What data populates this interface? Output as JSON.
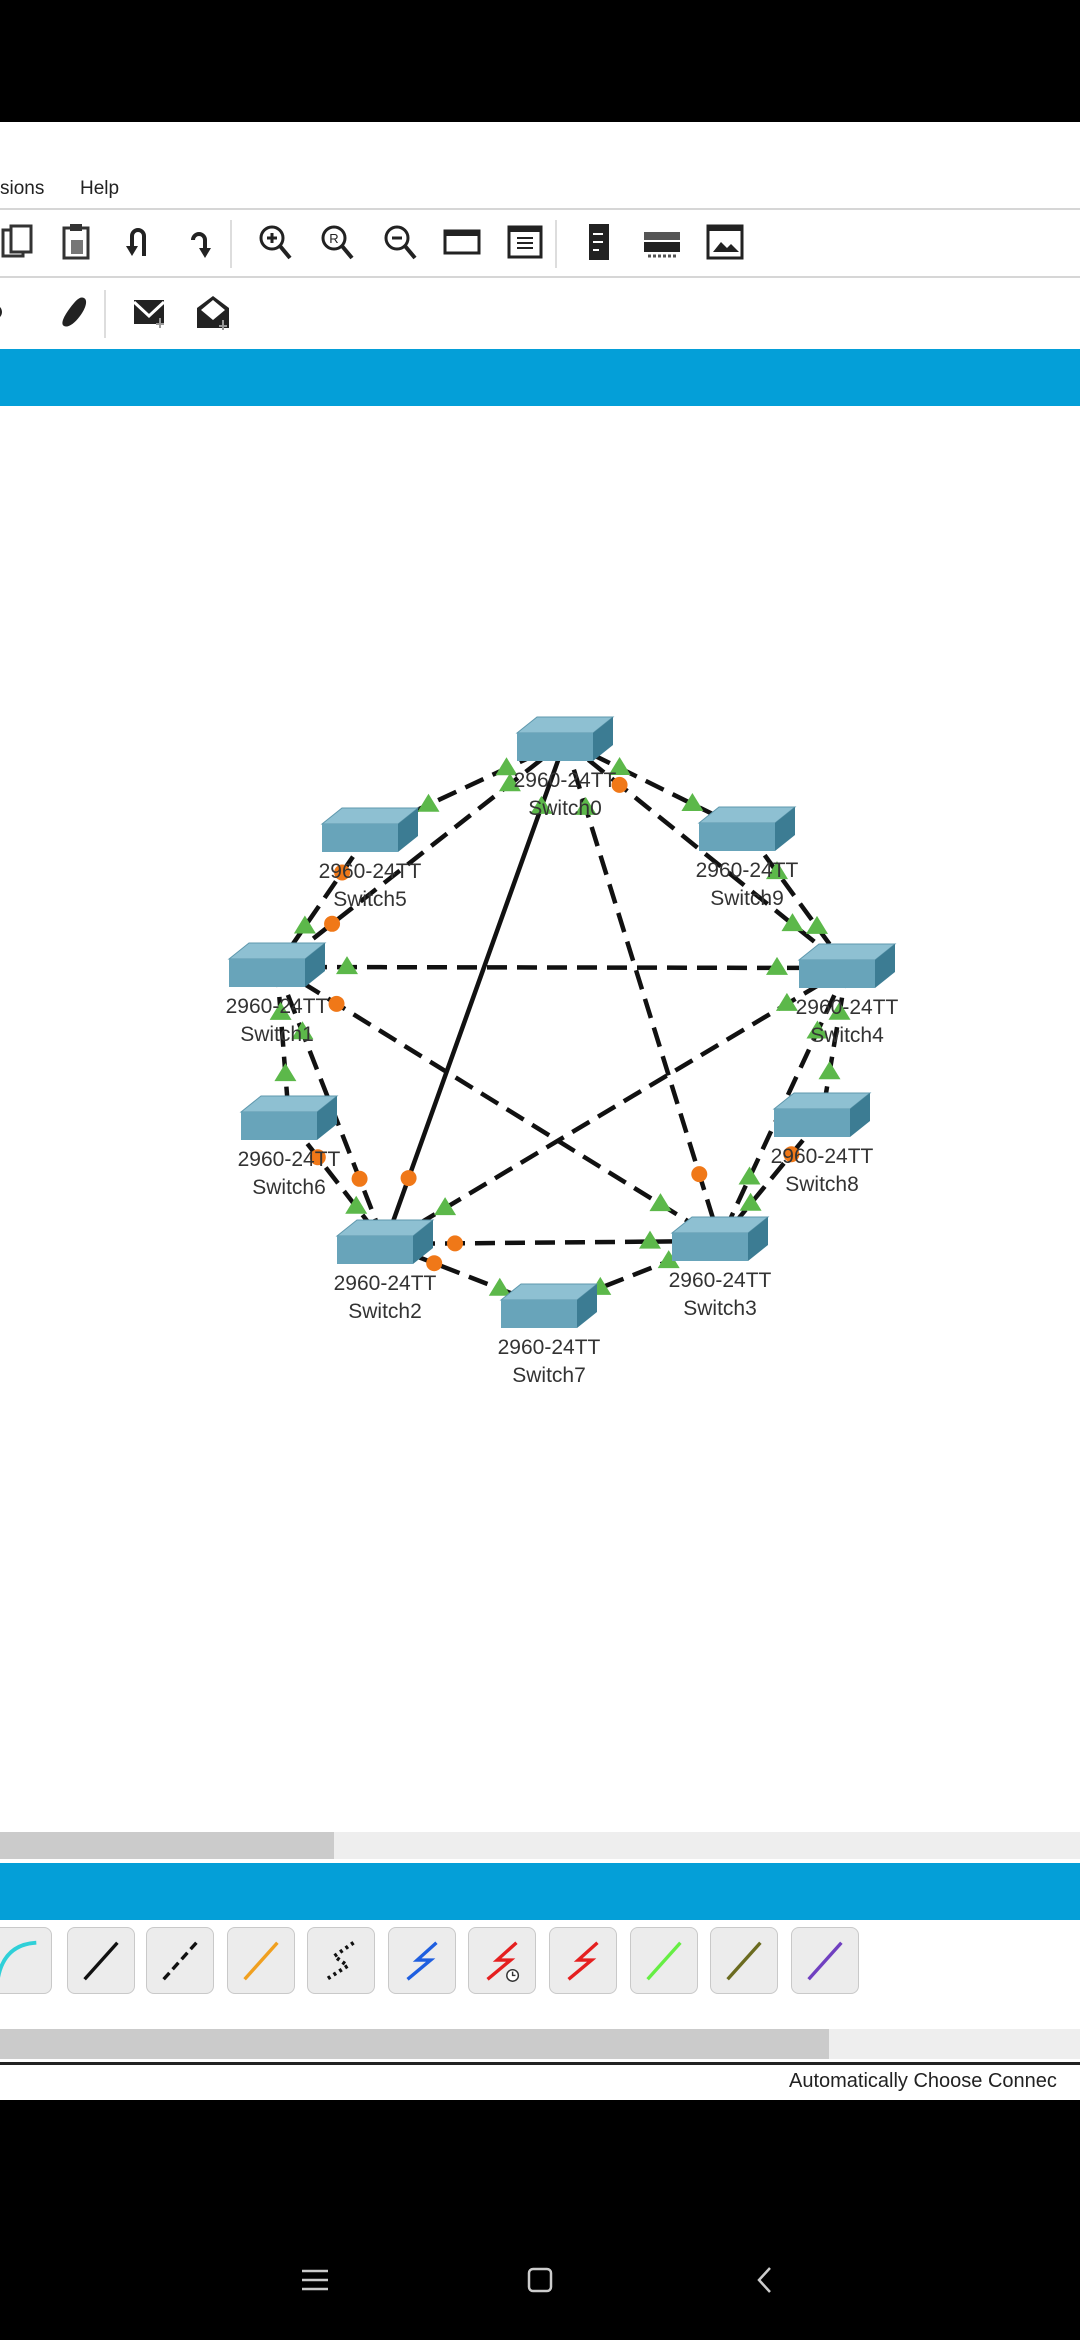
{
  "menu": {
    "items": [
      "sions",
      "Help"
    ]
  },
  "toolbar1": [
    "copy-icon",
    "paste-icon",
    "undo-icon",
    "redo-icon",
    "zoom-in-icon",
    "zoom-reset-icon",
    "zoom-out-icon",
    "palette-icon",
    "custom-device-icon",
    "cluster-icon",
    "viewport-icon",
    "image-icon"
  ],
  "toolbar2": [
    "draw-ellipse-icon",
    "freeform-icon",
    "add-simple-pdu-icon",
    "add-complex-pdu-icon"
  ],
  "topology": {
    "switches": [
      {
        "name": "Switch0",
        "model": "2960-24TT"
      },
      {
        "name": "Switch5",
        "model": "2960-24TT"
      },
      {
        "name": "Switch9",
        "model": "2960-24TT"
      },
      {
        "name": "Switch1",
        "model": "2960-24TT"
      },
      {
        "name": "Switch4",
        "model": "2960-24TT"
      },
      {
        "name": "Switch6",
        "model": "2960-24TT"
      },
      {
        "name": "Switch8",
        "model": "2960-24TT"
      },
      {
        "name": "Switch2",
        "model": "2960-24TT"
      },
      {
        "name": "Switch3",
        "model": "2960-24TT"
      },
      {
        "name": "Switch7",
        "model": "2960-24TT"
      }
    ],
    "links": [
      {
        "a": "Switch0",
        "b": "Switch5",
        "style": "dashed",
        "sa": "green",
        "sb": "green"
      },
      {
        "a": "Switch0",
        "b": "Switch1",
        "style": "dashed",
        "sa": "green",
        "sb": "orange"
      },
      {
        "a": "Switch0",
        "b": "Switch9",
        "style": "dashed",
        "sa": "green",
        "sb": "green"
      },
      {
        "a": "Switch0",
        "b": "Switch4",
        "style": "dashed",
        "sa": "orange",
        "sb": "green"
      },
      {
        "a": "Switch0",
        "b": "Switch2",
        "style": "solid",
        "sa": "green",
        "sb": "orange"
      },
      {
        "a": "Switch0",
        "b": "Switch3",
        "style": "dashed",
        "sa": "green",
        "sb": "orange"
      },
      {
        "a": "Switch5",
        "b": "Switch1",
        "style": "dashed",
        "sa": "orange",
        "sb": "green"
      },
      {
        "a": "Switch9",
        "b": "Switch4",
        "style": "dashed",
        "sa": "green",
        "sb": "green"
      },
      {
        "a": "Switch1",
        "b": "Switch4",
        "style": "dashed",
        "sa": "green",
        "sb": "green"
      },
      {
        "a": "Switch1",
        "b": "Switch3",
        "style": "dashed",
        "sa": "orange",
        "sb": "green"
      },
      {
        "a": "Switch1",
        "b": "Switch6",
        "style": "dashed",
        "sa": "green",
        "sb": "green"
      },
      {
        "a": "Switch1",
        "b": "Switch2",
        "style": "dashed",
        "sa": "green",
        "sb": "orange"
      },
      {
        "a": "Switch4",
        "b": "Switch8",
        "style": "dashed",
        "sa": "green",
        "sb": "green"
      },
      {
        "a": "Switch4",
        "b": "Switch3",
        "style": "dashed",
        "sa": "green",
        "sb": "green"
      },
      {
        "a": "Switch4",
        "b": "Switch2",
        "style": "dashed",
        "sa": "green",
        "sb": "green"
      },
      {
        "a": "Switch6",
        "b": "Switch2",
        "style": "dashed",
        "sa": "orange",
        "sb": "green"
      },
      {
        "a": "Switch8",
        "b": "Switch3",
        "style": "dashed",
        "sa": "orange",
        "sb": "green"
      },
      {
        "a": "Switch2",
        "b": "Switch3",
        "style": "dashed",
        "sa": "orange",
        "sb": "green"
      },
      {
        "a": "Switch2",
        "b": "Switch7",
        "style": "dashed",
        "sa": "orange",
        "sb": "green"
      },
      {
        "a": "Switch7",
        "b": "Switch3",
        "style": "dashed",
        "sa": "green",
        "sb": "green"
      }
    ]
  },
  "cables": [
    {
      "name": "fiber",
      "color": "#2fd0d8",
      "shape": "curve"
    },
    {
      "name": "copper-straight-through",
      "color": "#111111",
      "shape": "line"
    },
    {
      "name": "copper-cross-over",
      "color": "#111111",
      "shape": "dashed"
    },
    {
      "name": "console",
      "color": "#f0a020",
      "shape": "line"
    },
    {
      "name": "phone",
      "color": "#111111",
      "shape": "dotted-zigzag"
    },
    {
      "name": "serial-dce",
      "color": "#1f5fe0",
      "shape": "zigzag"
    },
    {
      "name": "serial-dte",
      "color": "#e52020",
      "shape": "zigzag-clock"
    },
    {
      "name": "serial",
      "color": "#e52020",
      "shape": "zigzag"
    },
    {
      "name": "octal",
      "color": "#66ee44",
      "shape": "line"
    },
    {
      "name": "coaxial",
      "color": "#6b6b20",
      "shape": "line"
    },
    {
      "name": "usb",
      "color": "#7040c0",
      "shape": "line"
    }
  ],
  "status": {
    "text": "Automatically Choose Connec"
  },
  "colors": {
    "accent": "#049fd8",
    "link_up": "#5cb84a",
    "link_blocking": "#f07818"
  }
}
